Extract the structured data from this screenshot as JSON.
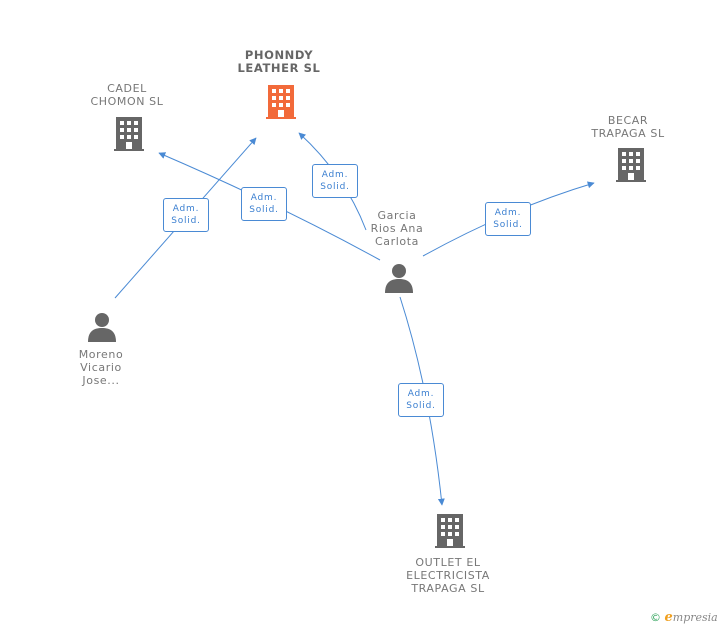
{
  "colors": {
    "main_company": "#f26a3a",
    "company": "#666666",
    "person": "#666666",
    "edge": "#4a8ad4"
  },
  "nodes": {
    "phonndy": {
      "label": "PHONNDY\nLEATHER SL",
      "icon": "building-icon"
    },
    "cadel": {
      "label": "CADEL\nCHOMON SL",
      "icon": "building-icon"
    },
    "becar": {
      "label": "BECAR\nTRAPAGA SL",
      "icon": "building-icon"
    },
    "outlet": {
      "label": "OUTLET EL\nELECTRICISTA\nTRAPAGA SL",
      "icon": "building-icon"
    },
    "garcia": {
      "label": "Garcia\nRios Ana\nCarlota",
      "icon": "person-icon"
    },
    "moreno": {
      "label": "Moreno\nVicario\nJose...",
      "icon": "person-icon"
    }
  },
  "edges": {
    "moreno_phonndy": "Adm.\nSolid.",
    "garcia_cadel": "Adm.\nSolid.",
    "garcia_phonndy": "Adm.\nSolid.",
    "garcia_becar": "Adm.\nSolid.",
    "garcia_outlet": "Adm.\nSolid."
  },
  "footer": {
    "copyright": "©",
    "brand_initial": "e",
    "brand_rest": "mpresia"
  }
}
